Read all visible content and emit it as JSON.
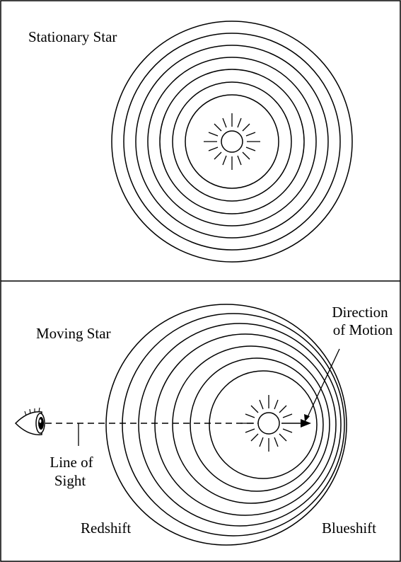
{
  "panels": {
    "top": {
      "title": "Stationary Star"
    },
    "bottom": {
      "title": "Moving Star",
      "direction_label_line1": "Direction",
      "direction_label_line2": "of Motion",
      "sight_label_line1": "Line of",
      "sight_label_line2": "Sight",
      "left_label": "Redshift",
      "right_label": "Blueshift"
    }
  },
  "icons": {
    "star": "sun-burst-icon",
    "observer": "eye-icon",
    "motion": "arrow-right-icon"
  }
}
